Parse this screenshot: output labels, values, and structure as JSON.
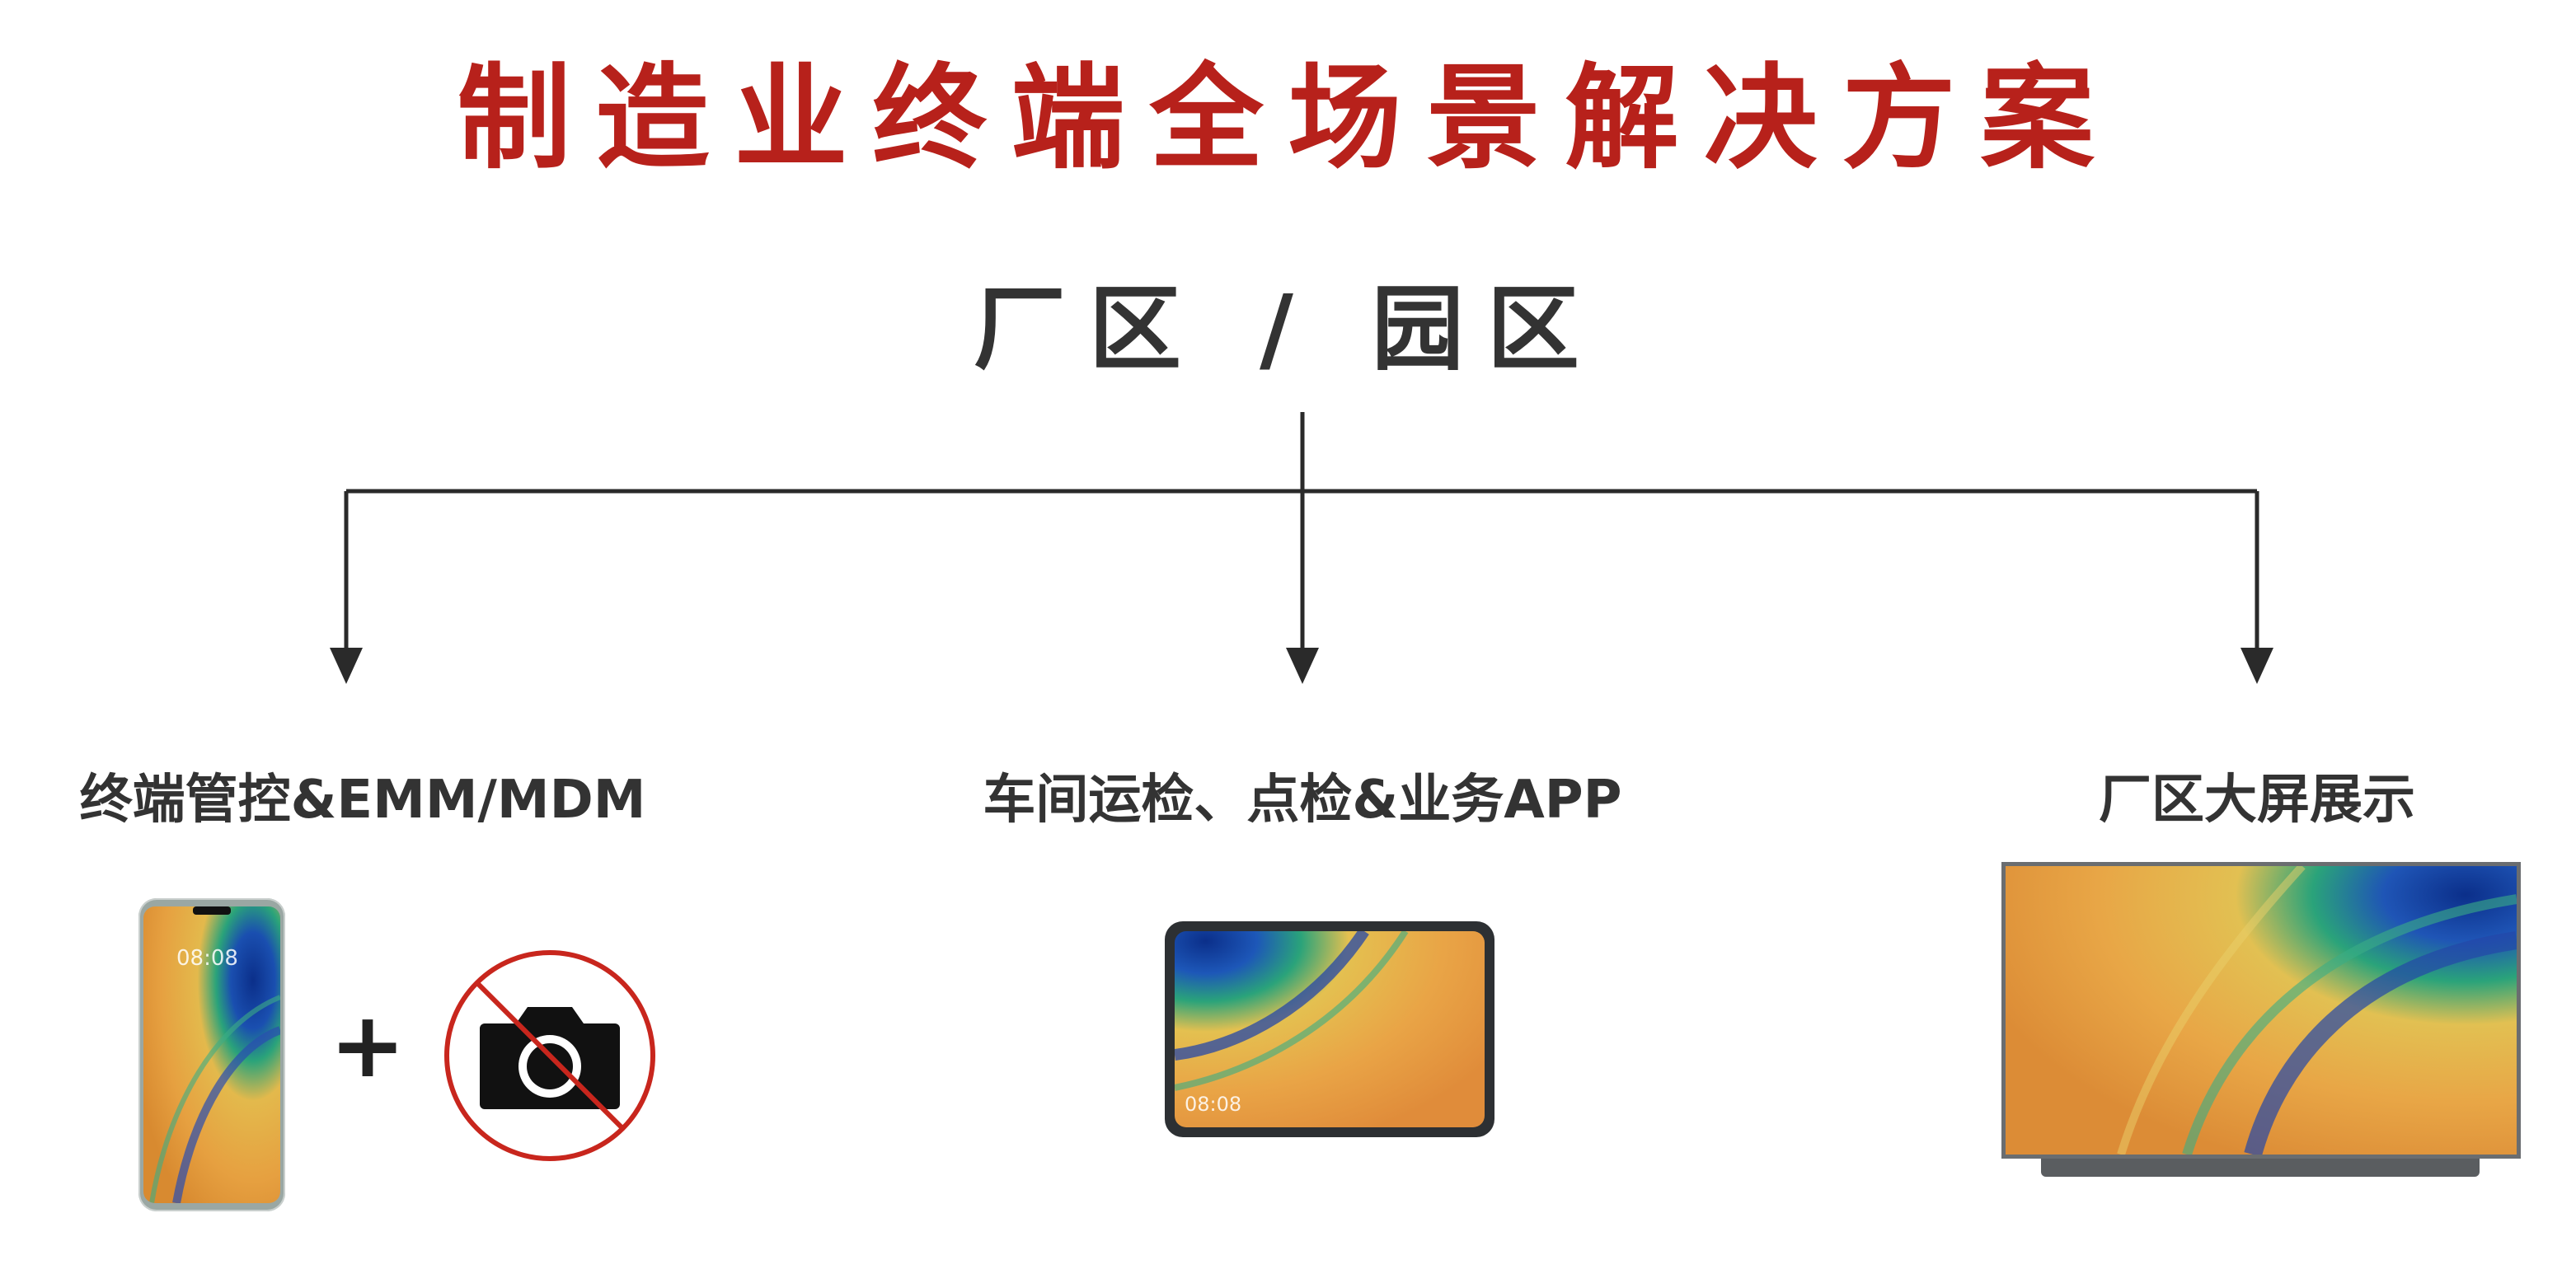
{
  "title": "制造业终端全场景解决方案",
  "root": "厂区 / 园区",
  "branches": [
    {
      "label": "终端管控&EMM/MDM"
    },
    {
      "label": "车间运检、点检&业务APP"
    },
    {
      "label": "厂区大屏展示"
    }
  ],
  "devices": {
    "phone_time": "08:08",
    "tablet_time": "08:08",
    "plus": "+"
  },
  "colors": {
    "title": "#b7211b",
    "text": "#333333",
    "line": "#2a2a2a",
    "no_sign": "#c8261d"
  }
}
